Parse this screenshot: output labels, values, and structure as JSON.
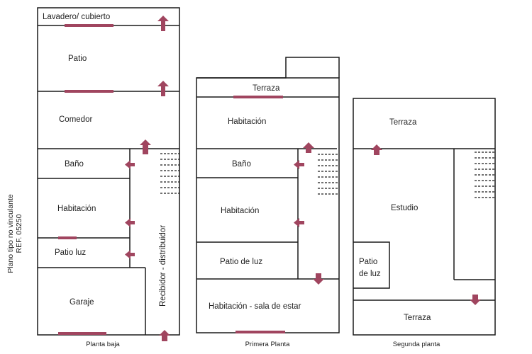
{
  "colors": {
    "accent": "#a0455f",
    "wall": "#1a1a1a"
  },
  "side_note": {
    "line1": "Plano tipo no vinculante",
    "line2": "REF. 05250"
  },
  "plans": {
    "planta_baja": {
      "caption": "Planta baja",
      "rooms": {
        "lavadero": "Lavadero/ cubierto",
        "patio": "Patio",
        "comedor": "Comedor",
        "bano": "Baño",
        "habitacion": "Habitación",
        "patio_luz": "Patio luz",
        "garaje": "Garaje",
        "recibidor": "Recibidor - distribuidor"
      }
    },
    "primera_planta": {
      "caption": "Primera Planta",
      "rooms": {
        "terraza": "Terraza",
        "habitacion_1": "Habitación",
        "bano": "Baño",
        "habitacion_2": "Habitación",
        "patio_luz": "Patio de luz",
        "habitacion_sala": "Habitación - sala de estar"
      }
    },
    "segunda_planta": {
      "caption": "Segunda planta",
      "rooms": {
        "terraza_top": "Terraza",
        "estudio": "Estudio",
        "patio_luz_1": "Patio",
        "patio_luz_2": "de luz",
        "terraza_bottom": "Terraza"
      }
    }
  }
}
